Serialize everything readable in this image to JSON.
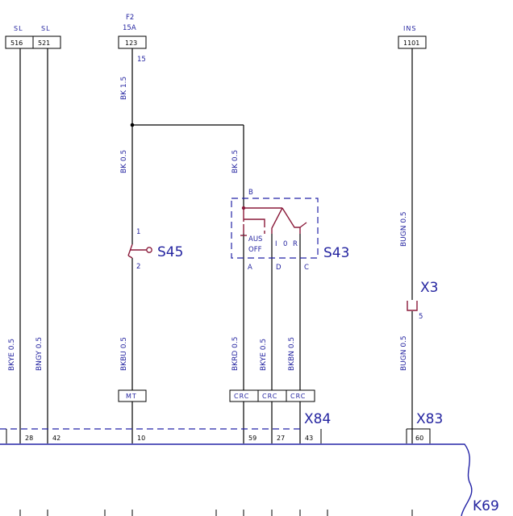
{
  "connectors_top": [
    {
      "title": "SL",
      "number": "516"
    },
    {
      "title": "SL",
      "number": "521"
    },
    {
      "title": "F2",
      "subtitle": "15A",
      "number": "123",
      "pin": "15"
    },
    {
      "title": "INS",
      "number": "1101"
    }
  ],
  "wires": {
    "w1": "BKYE 0.5",
    "w2": "BNGY 0.5",
    "w3_top": "BK 1.5",
    "w3_mid": "BK 0.5",
    "w4_mid": "BK 0.5",
    "w3_bot": "BKBU 0.5",
    "wA": "BKRD 0.5",
    "wD": "BKYE 0.5",
    "wC": "BKBN 0.5",
    "w5_top": "BUGN 0.5",
    "w5_bot": "BUGN 0.5"
  },
  "s45": {
    "label": "S45",
    "pin_top": "1",
    "pin_bottom": "2"
  },
  "s43": {
    "label": "S43",
    "pin_b": "B",
    "pin_a": "A",
    "pin_d": "D",
    "pin_c": "C",
    "text_aus": "AUS",
    "text_off": "OFF",
    "pos_i": "I",
    "pos_0": "0",
    "pos_r": "R"
  },
  "x3": {
    "label": "X3",
    "pin": "5"
  },
  "tags": {
    "mt": "MT",
    "crc1": "CRC",
    "crc2": "CRC",
    "crc3": "CRC"
  },
  "x84": {
    "label": "X84",
    "pins": [
      "28",
      "42",
      "10",
      "59",
      "27",
      "43"
    ]
  },
  "x83": {
    "label": "X83",
    "pin": "60"
  },
  "k69": {
    "label": "K69"
  },
  "colors": {
    "text": "#2424a0",
    "switch": "#8a1a3a",
    "wire": "#000000"
  }
}
